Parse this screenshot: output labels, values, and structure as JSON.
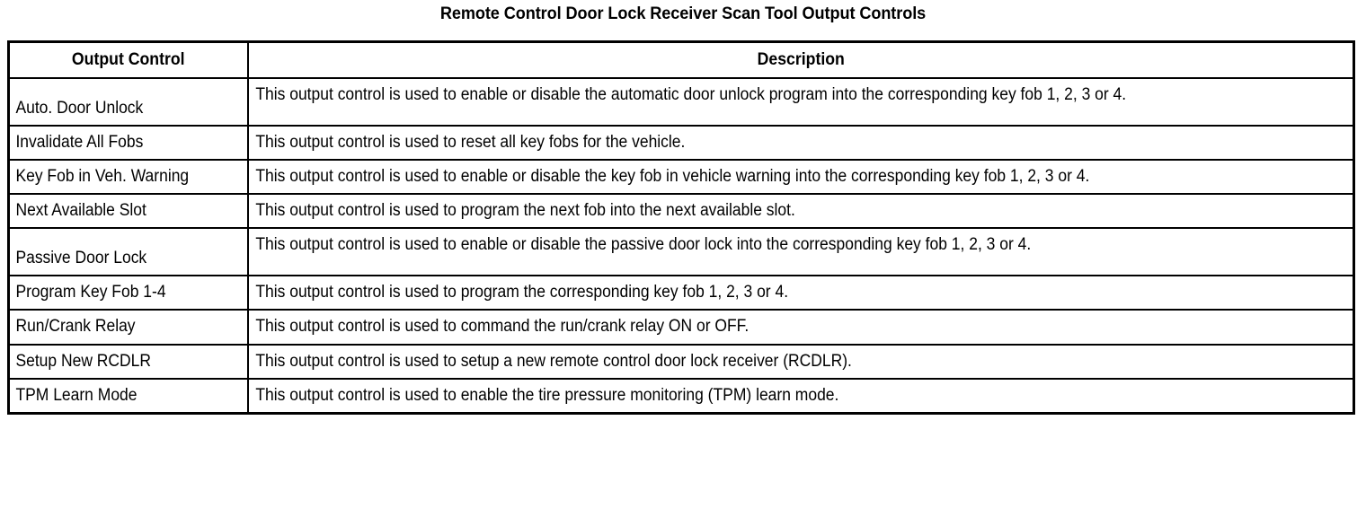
{
  "document": {
    "title": "Remote Control Door Lock Receiver Scan Tool Output Controls"
  },
  "table": {
    "columns": [
      {
        "key": "output_control",
        "header": "Output Control"
      },
      {
        "key": "description",
        "header": "Description"
      }
    ],
    "rows": [
      {
        "output_control": "Auto. Door Unlock",
        "description": "This output control is used to enable or disable the automatic door unlock program into the corresponding key fob 1, 2, 3 or 4."
      },
      {
        "output_control": "Invalidate All Fobs",
        "description": "This output control is used to reset all key fobs for the vehicle."
      },
      {
        "output_control": "Key Fob in Veh. Warning",
        "description": "This output control is used to enable or disable the key fob in vehicle warning into the corresponding key fob 1, 2, 3 or 4."
      },
      {
        "output_control": "Next Available Slot",
        "description": "This output control is used to program the next fob into the next available slot."
      },
      {
        "output_control": "Passive Door Lock",
        "description": "This output control is used to enable or disable the passive door lock into the corresponding key fob 1, 2, 3 or 4."
      },
      {
        "output_control": "Program Key Fob 1-4",
        "description": "This output control is used to program the corresponding key fob 1, 2, 3 or 4."
      },
      {
        "output_control": "Run/Crank Relay",
        "description": "This output control is used to command the run/crank relay ON or OFF."
      },
      {
        "output_control": "Setup New RCDLR",
        "description": "This output control is used to setup a new remote control door lock receiver (RCDLR)."
      },
      {
        "output_control": "TPM Learn Mode",
        "description": "This output control is used to enable the tire pressure monitoring (TPM) learn mode."
      }
    ]
  },
  "style": {
    "text_color": "#000000",
    "background_color": "#ffffff",
    "border_color": "#000000"
  }
}
